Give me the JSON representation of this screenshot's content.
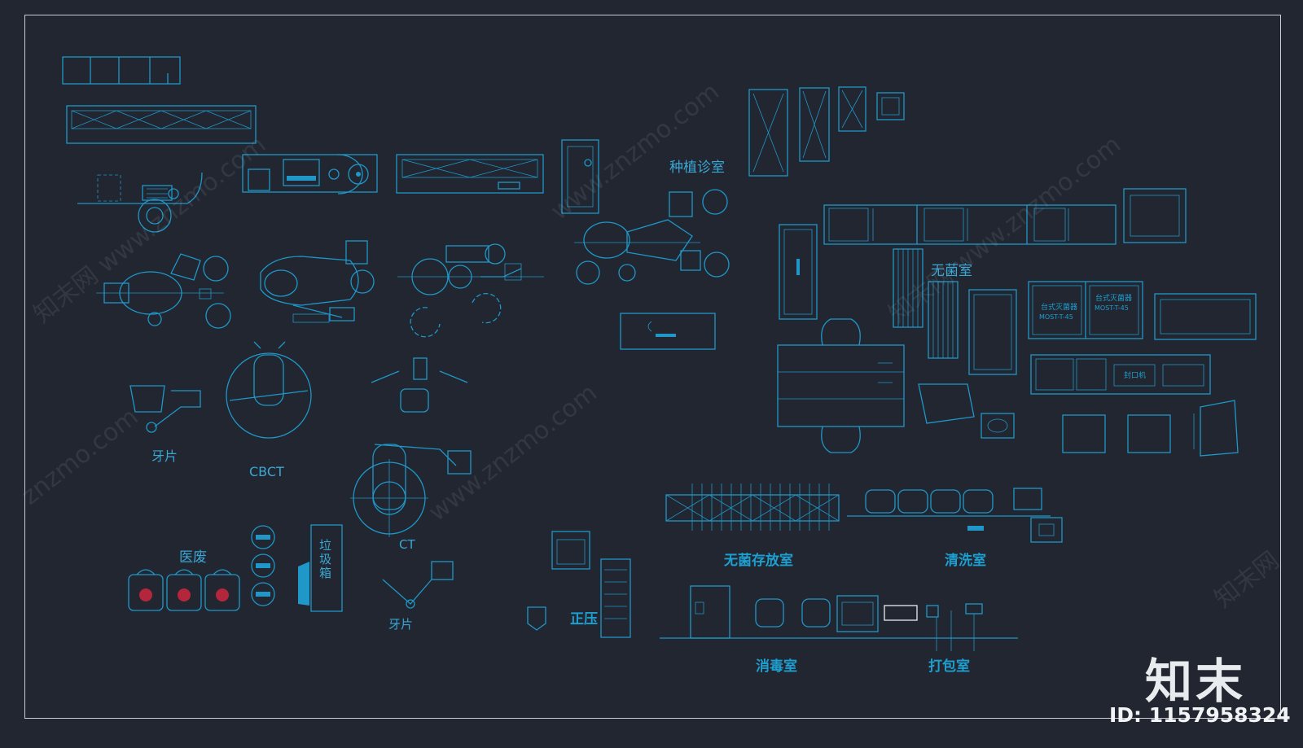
{
  "rooms": {
    "implant_room": "种植诊室",
    "sterile_room": "无菌室",
    "sterile_storage_room": "无菌存放室",
    "washing_room": "清洗室",
    "disinfection_room": "消毒室",
    "packing_room": "打包室",
    "positive_pressure": "正压"
  },
  "equipment": {
    "dental_film_1": "牙片",
    "dental_film_2": "牙片",
    "cbct": "CBCT",
    "ct": "CT",
    "medical_waste": "医废",
    "trash_bin": "垃圾箱"
  },
  "equipment_tags": {
    "desktop_sterilizer_1": "台式灭菌器",
    "desktop_sterilizer_2": "台式灭菌器",
    "sealing_machine": "封口机",
    "model_1": "MOST-T-45",
    "model_2": "MOST-T-45"
  },
  "watermarks": [
    "知末网 www.znzmo.com",
    "www.znzmo.com",
    "知末网 www.znzmo.com",
    "www.znzmo.com",
    "znzmo.com",
    "知末网"
  ],
  "branding": {
    "logo": "知末",
    "id": "ID: 1157958324"
  },
  "colors": {
    "background": "#212630",
    "line": "#1f97c8",
    "frame": "#c9cdd3",
    "biohazard": "#b4263c"
  }
}
